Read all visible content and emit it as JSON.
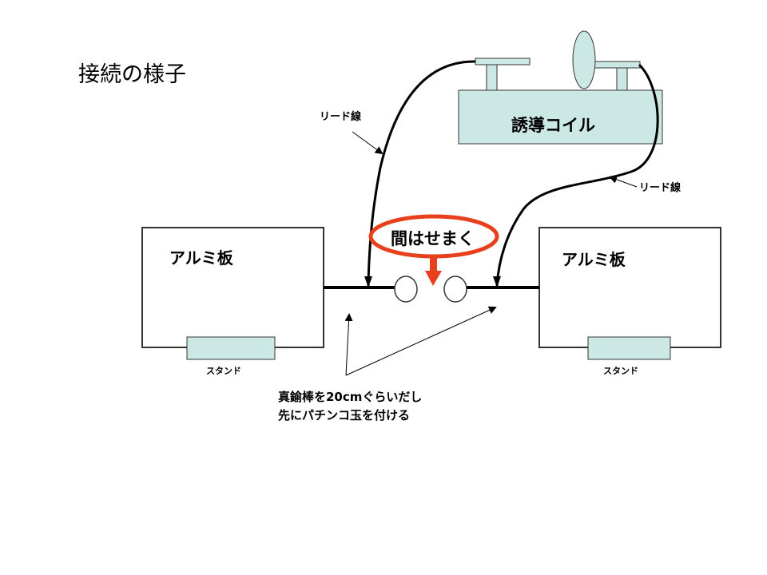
{
  "title": "接続の様子",
  "coil": {
    "label": "誘導コイル",
    "fill": "#cce8e4"
  },
  "lead_wire_left": "リード線",
  "lead_wire_right": "リード線",
  "plate_left": {
    "label": "アルミ板",
    "stand": "スタンド"
  },
  "plate_right": {
    "label": "アルミ板",
    "stand": "スタンド"
  },
  "gap_callout": {
    "label": "間はせまく",
    "color": "#e8401c"
  },
  "note": {
    "line1": "真鍮棒を20cmぐらいだし",
    "line2": "先にパチンコ玉を付ける"
  }
}
